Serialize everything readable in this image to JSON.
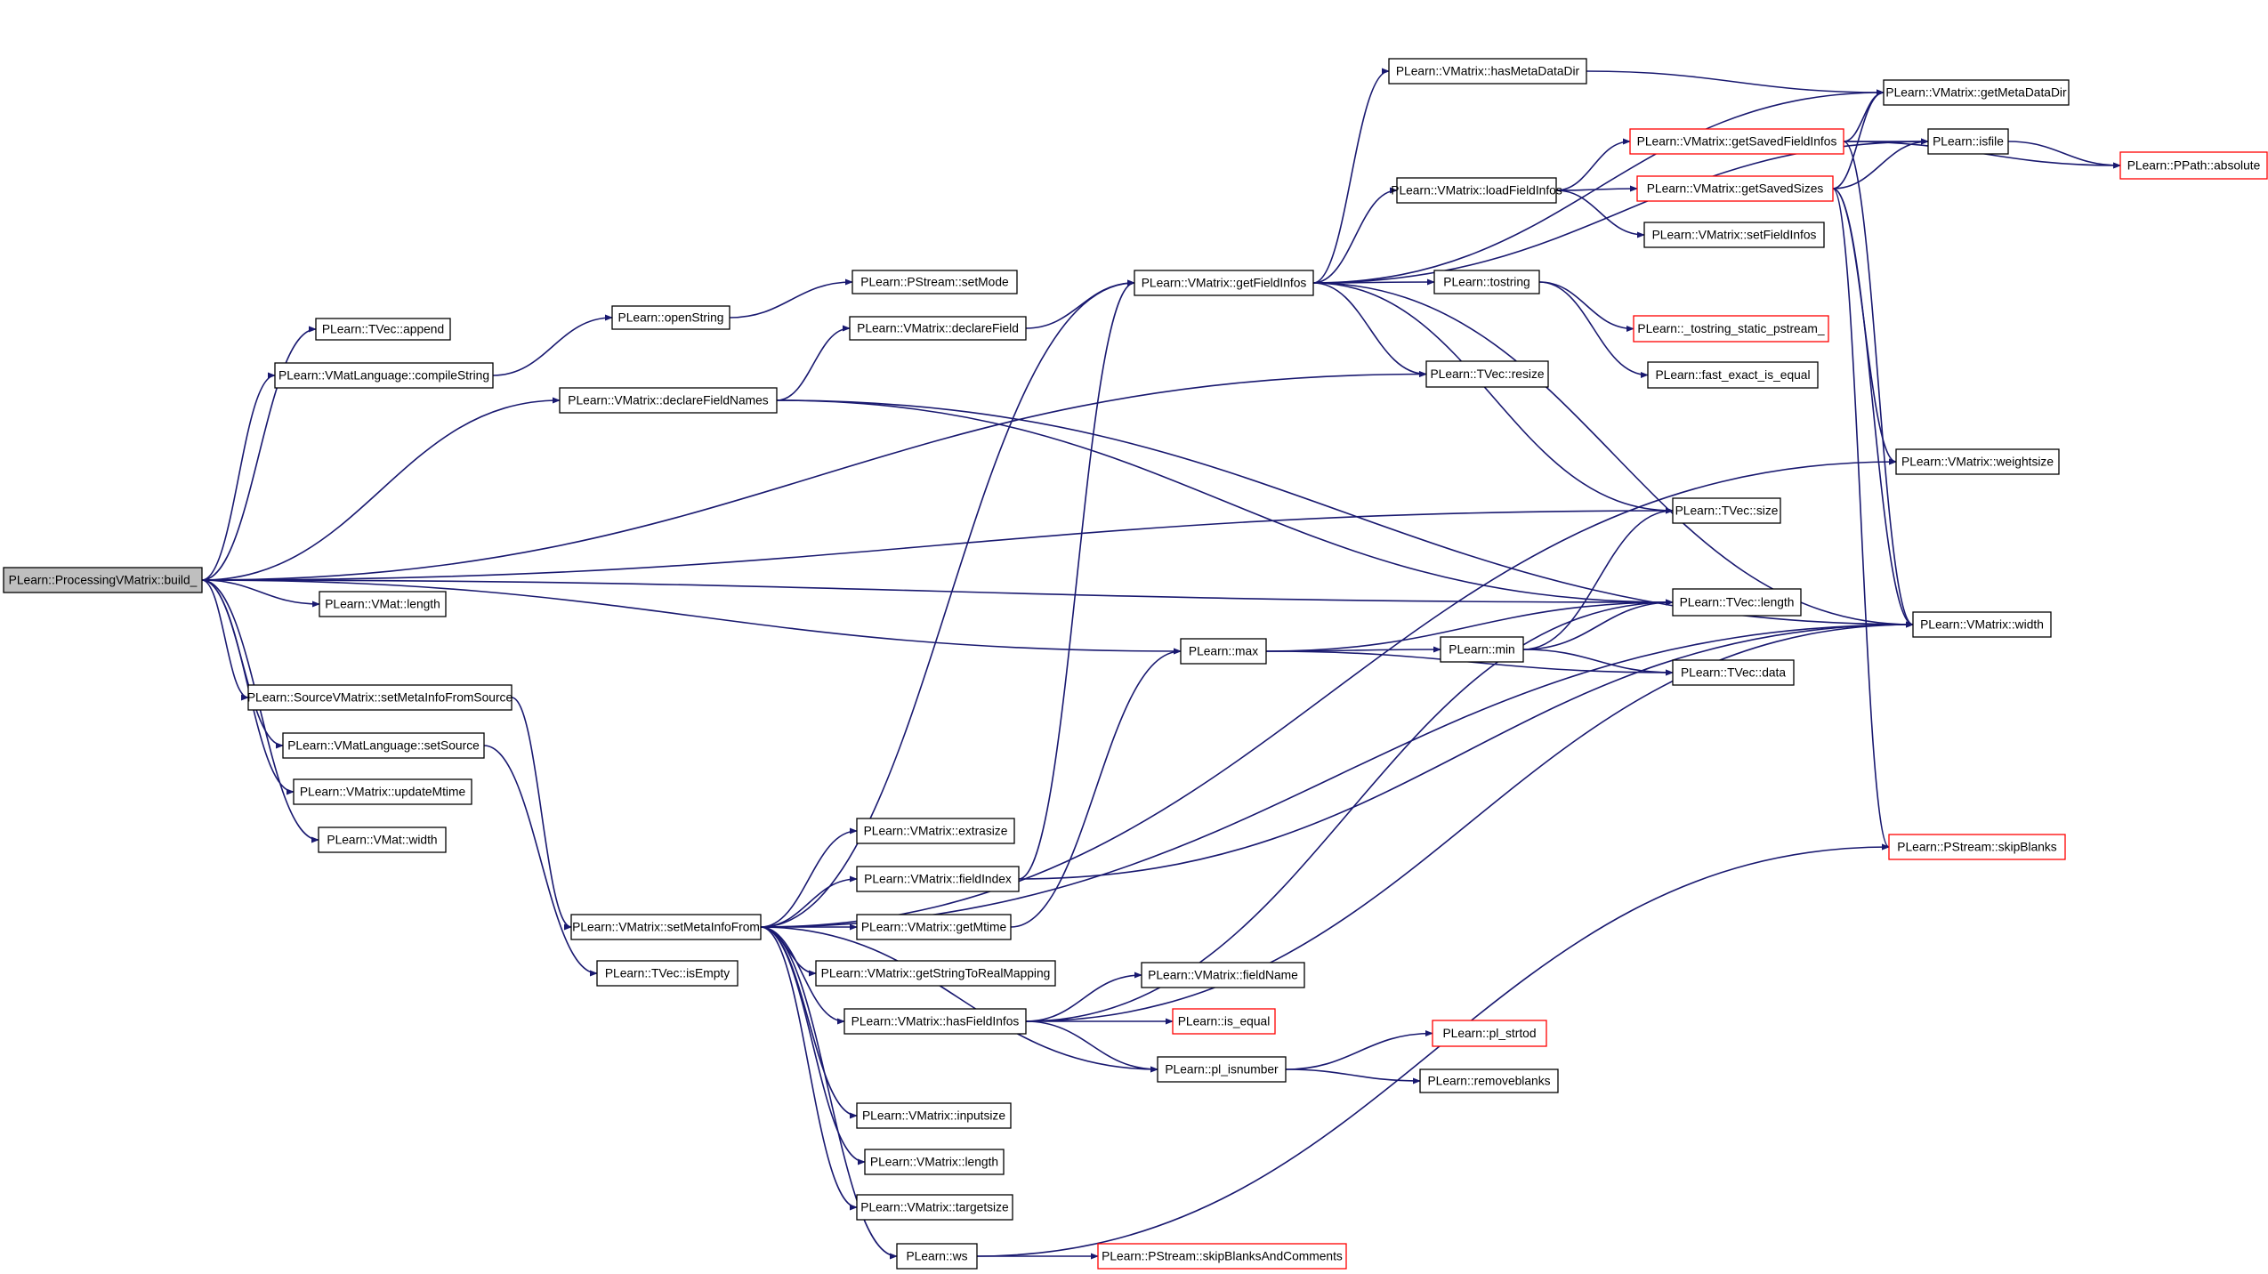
{
  "graph": {
    "nodes": [
      {
        "id": "build",
        "label": "PLearn::ProcessingVMatrix::build_",
        "style": "root"
      },
      {
        "id": "append",
        "label": "PLearn::TVec::append",
        "style": "normal"
      },
      {
        "id": "compileString",
        "label": "PLearn::VMatLanguage::compileString",
        "style": "normal"
      },
      {
        "id": "openString",
        "label": "PLearn::openString",
        "style": "normal"
      },
      {
        "id": "setMode",
        "label": "PLearn::PStream::setMode",
        "style": "normal"
      },
      {
        "id": "declareField",
        "label": "PLearn::VMatrix::declareField",
        "style": "normal"
      },
      {
        "id": "declareFieldNames",
        "label": "PLearn::VMatrix::declareFieldNames",
        "style": "normal"
      },
      {
        "id": "getFieldInfos",
        "label": "PLearn::VMatrix::getFieldInfos",
        "style": "normal"
      },
      {
        "id": "hasMetaDataDir",
        "label": "PLearn::VMatrix::hasMetaDataDir",
        "style": "normal"
      },
      {
        "id": "getMetaDataDir",
        "label": "PLearn::VMatrix::getMetaDataDir",
        "style": "normal"
      },
      {
        "id": "getSavedFieldInfos",
        "label": "PLearn::VMatrix::getSavedFieldInfos",
        "style": "truncated"
      },
      {
        "id": "isfile",
        "label": "PLearn::isfile",
        "style": "normal"
      },
      {
        "id": "absolute",
        "label": "PLearn::PPath::absolute",
        "style": "truncated"
      },
      {
        "id": "loadFieldInfos",
        "label": "PLearn::VMatrix::loadFieldInfos",
        "style": "normal"
      },
      {
        "id": "getSavedSizes",
        "label": "PLearn::VMatrix::getSavedSizes",
        "style": "truncated"
      },
      {
        "id": "setFieldInfos",
        "label": "PLearn::VMatrix::setFieldInfos",
        "style": "normal"
      },
      {
        "id": "tostring",
        "label": "PLearn::tostring",
        "style": "normal"
      },
      {
        "id": "tostring_static",
        "label": "PLearn::_tostring_static_pstream_",
        "style": "truncated"
      },
      {
        "id": "fast_exact",
        "label": "PLearn::fast_exact_is_equal",
        "style": "normal"
      },
      {
        "id": "resize",
        "label": "PLearn::TVec::resize",
        "style": "normal"
      },
      {
        "id": "weightsize",
        "label": "PLearn::VMatrix::weightsize",
        "style": "normal"
      },
      {
        "id": "tvec_size",
        "label": "PLearn::TVec::size",
        "style": "normal"
      },
      {
        "id": "tvec_length",
        "label": "PLearn::TVec::length",
        "style": "normal"
      },
      {
        "id": "vmatrix_width",
        "label": "PLearn::VMatrix::width",
        "style": "normal"
      },
      {
        "id": "vmat_length",
        "label": "PLearn::VMat::length",
        "style": "normal"
      },
      {
        "id": "max",
        "label": "PLearn::max",
        "style": "normal"
      },
      {
        "id": "min",
        "label": "PLearn::min",
        "style": "normal"
      },
      {
        "id": "tvec_data",
        "label": "PLearn::TVec::data",
        "style": "normal"
      },
      {
        "id": "setMetaInfoFromSource",
        "label": "PLearn::SourceVMatrix::setMetaInfoFromSource",
        "style": "normal"
      },
      {
        "id": "setSource",
        "label": "PLearn::VMatLanguage::setSource",
        "style": "normal"
      },
      {
        "id": "updateMtime",
        "label": "PLearn::VMatrix::updateMtime",
        "style": "normal"
      },
      {
        "id": "vmat_width",
        "label": "PLearn::VMat::width",
        "style": "normal"
      },
      {
        "id": "skipBlanks",
        "label": "PLearn::PStream::skipBlanks",
        "style": "truncated"
      },
      {
        "id": "extrasize",
        "label": "PLearn::VMatrix::extrasize",
        "style": "normal"
      },
      {
        "id": "fieldIndex",
        "label": "PLearn::VMatrix::fieldIndex",
        "style": "normal"
      },
      {
        "id": "setMetaInfoFrom",
        "label": "PLearn::VMatrix::setMetaInfoFrom",
        "style": "normal"
      },
      {
        "id": "getMtime",
        "label": "PLearn::VMatrix::getMtime",
        "style": "normal"
      },
      {
        "id": "isEmpty",
        "label": "PLearn::TVec::isEmpty",
        "style": "normal"
      },
      {
        "id": "getStringToRealMapping",
        "label": "PLearn::VMatrix::getStringToRealMapping",
        "style": "normal"
      },
      {
        "id": "fieldName",
        "label": "PLearn::VMatrix::fieldName",
        "style": "normal"
      },
      {
        "id": "hasFieldInfos",
        "label": "PLearn::VMatrix::hasFieldInfos",
        "style": "normal"
      },
      {
        "id": "is_equal",
        "label": "PLearn::is_equal",
        "style": "truncated"
      },
      {
        "id": "pl_strtod",
        "label": "PLearn::pl_strtod",
        "style": "truncated"
      },
      {
        "id": "pl_isnumber",
        "label": "PLearn::pl_isnumber",
        "style": "normal"
      },
      {
        "id": "removeblanks",
        "label": "PLearn::removeblanks",
        "style": "normal"
      },
      {
        "id": "inputsize",
        "label": "PLearn::VMatrix::inputsize",
        "style": "normal"
      },
      {
        "id": "vmatrix_length",
        "label": "PLearn::VMatrix::length",
        "style": "normal"
      },
      {
        "id": "targetsize",
        "label": "PLearn::VMatrix::targetsize",
        "style": "normal"
      },
      {
        "id": "ws",
        "label": "PLearn::ws",
        "style": "normal"
      },
      {
        "id": "skipBlanksAndComments",
        "label": "PLearn::PStream::skipBlanksAndComments",
        "style": "truncated"
      }
    ],
    "edges": [
      [
        "build",
        "append"
      ],
      [
        "build",
        "compileString"
      ],
      [
        "build",
        "declareFieldNames"
      ],
      [
        "build",
        "resize"
      ],
      [
        "build",
        "tvec_size"
      ],
      [
        "build",
        "tvec_length"
      ],
      [
        "build",
        "vmat_length"
      ],
      [
        "build",
        "max"
      ],
      [
        "build",
        "setMetaInfoFromSource"
      ],
      [
        "build",
        "setSource"
      ],
      [
        "build",
        "updateMtime"
      ],
      [
        "build",
        "vmat_width"
      ],
      [
        "compileString",
        "openString"
      ],
      [
        "openString",
        "setMode"
      ],
      [
        "declareFieldNames",
        "declareField"
      ],
      [
        "declareFieldNames",
        "tvec_length"
      ],
      [
        "declareFieldNames",
        "vmatrix_width"
      ],
      [
        "declareField",
        "getFieldInfos"
      ],
      [
        "getFieldInfos",
        "hasMetaDataDir"
      ],
      [
        "getFieldInfos",
        "getMetaDataDir"
      ],
      [
        "getFieldInfos",
        "isfile"
      ],
      [
        "getFieldInfos",
        "loadFieldInfos"
      ],
      [
        "getFieldInfos",
        "tostring"
      ],
      [
        "getFieldInfos",
        "resize"
      ],
      [
        "getFieldInfos",
        "tvec_size"
      ],
      [
        "getFieldInfos",
        "vmatrix_width"
      ],
      [
        "hasMetaDataDir",
        "getMetaDataDir"
      ],
      [
        "loadFieldInfos",
        "getSavedFieldInfos"
      ],
      [
        "loadFieldInfos",
        "getSavedSizes"
      ],
      [
        "loadFieldInfos",
        "setFieldInfos"
      ],
      [
        "getSavedFieldInfos",
        "getMetaDataDir"
      ],
      [
        "getSavedFieldInfos",
        "isfile"
      ],
      [
        "getSavedFieldInfos",
        "absolute"
      ],
      [
        "getSavedFieldInfos",
        "vmatrix_width"
      ],
      [
        "getSavedSizes",
        "getMetaDataDir"
      ],
      [
        "getSavedSizes",
        "isfile"
      ],
      [
        "getSavedSizes",
        "weightsize"
      ],
      [
        "getSavedSizes",
        "vmatrix_width"
      ],
      [
        "getSavedSizes",
        "skipBlanks"
      ],
      [
        "isfile",
        "absolute"
      ],
      [
        "tostring",
        "tostring_static"
      ],
      [
        "tostring",
        "fast_exact"
      ],
      [
        "max",
        "tvec_length"
      ],
      [
        "max",
        "min"
      ],
      [
        "max",
        "tvec_data"
      ],
      [
        "min",
        "tvec_size"
      ],
      [
        "min",
        "tvec_length"
      ],
      [
        "min",
        "tvec_data"
      ],
      [
        "setMetaInfoFromSource",
        "setMetaInfoFrom"
      ],
      [
        "setSource",
        "isEmpty"
      ],
      [
        "setMetaInfoFrom",
        "getFieldInfos"
      ],
      [
        "setMetaInfoFrom",
        "weightsize"
      ],
      [
        "setMetaInfoFrom",
        "vmatrix_width"
      ],
      [
        "setMetaInfoFrom",
        "extrasize"
      ],
      [
        "setMetaInfoFrom",
        "fieldIndex"
      ],
      [
        "setMetaInfoFrom",
        "getMtime"
      ],
      [
        "setMetaInfoFrom",
        "getStringToRealMapping"
      ],
      [
        "setMetaInfoFrom",
        "hasFieldInfos"
      ],
      [
        "setMetaInfoFrom",
        "pl_isnumber"
      ],
      [
        "setMetaInfoFrom",
        "inputsize"
      ],
      [
        "setMetaInfoFrom",
        "vmatrix_length"
      ],
      [
        "setMetaInfoFrom",
        "targetsize"
      ],
      [
        "setMetaInfoFrom",
        "ws"
      ],
      [
        "fieldIndex",
        "getFieldInfos"
      ],
      [
        "fieldIndex",
        "vmatrix_width"
      ],
      [
        "getMtime",
        "max"
      ],
      [
        "hasFieldInfos",
        "fieldName"
      ],
      [
        "hasFieldInfos",
        "is_equal"
      ],
      [
        "hasFieldInfos",
        "pl_isnumber"
      ],
      [
        "hasFieldInfos",
        "tvec_length"
      ],
      [
        "hasFieldInfos",
        "vmatrix_width"
      ],
      [
        "pl_isnumber",
        "pl_strtod"
      ],
      [
        "pl_isnumber",
        "removeblanks"
      ],
      [
        "ws",
        "skipBlanksAndComments"
      ],
      [
        "ws",
        "skipBlanks"
      ]
    ]
  }
}
